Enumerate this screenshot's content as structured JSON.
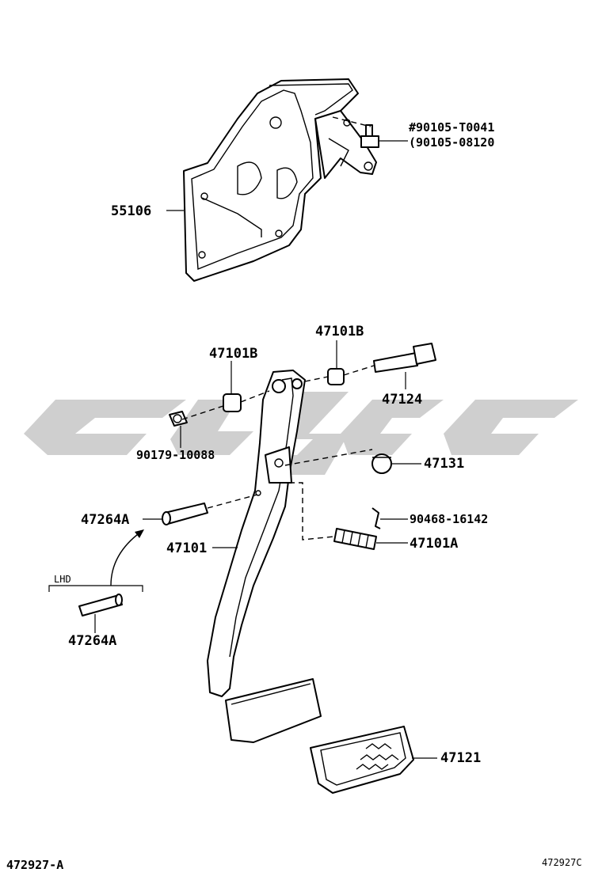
{
  "labels": {
    "bracket": "55106",
    "bolt_top_1": "#90105-T0041",
    "bolt_top_2": "(90105-08120",
    "bushing_left": "47101B",
    "bushing_right": "47101B",
    "bolt_pivot": "47124",
    "nut": "90179-10088",
    "stopper": "47131",
    "pin": "47264A",
    "clip": "90468-16142",
    "pedal_lever": "47101",
    "cushion": "47101A",
    "lhd": "LHD",
    "pin_lhd": "47264A",
    "pad": "47121",
    "footer_left": "472927-A",
    "footer_right": "472927C"
  },
  "colors": {
    "line": "#000000",
    "watermark": "#cfcfcf",
    "background": "#ffffff"
  }
}
